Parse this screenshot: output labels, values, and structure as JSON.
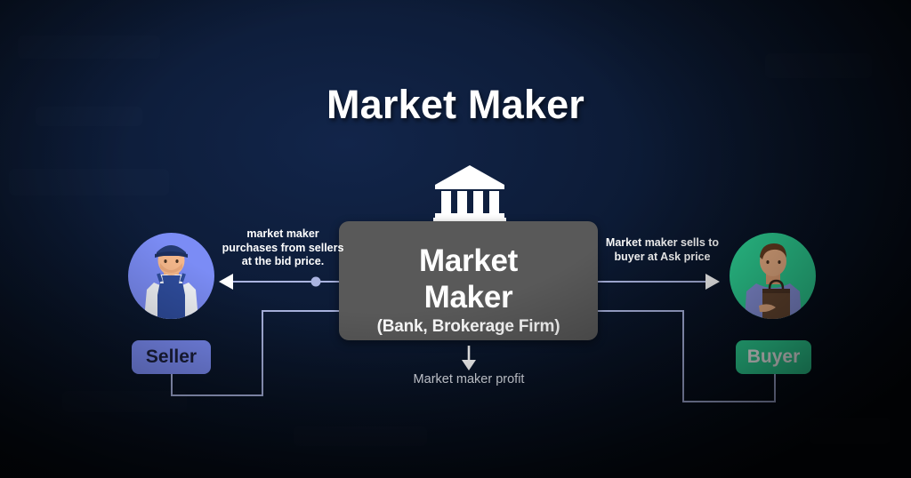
{
  "diagram": {
    "title": "Market Maker",
    "center_node": {
      "line1": "Market",
      "line2": "Maker",
      "subtitle": "(Bank, Brokerage Firm)",
      "icon": "bank-building-icon",
      "box_color": "#595959"
    },
    "left_actor": {
      "label": "Seller",
      "avatar_icon": "seller-avatar-icon",
      "color": "#7b8cf5",
      "label_text_color": "#1b1f3b"
    },
    "right_actor": {
      "label": "Buyer",
      "avatar_icon": "buyer-avatar-icon",
      "color": "#2fd99a",
      "label_text_color": "#ffffff"
    },
    "annotations": {
      "left_flow_line1": "market maker",
      "left_flow_line2": "purchases from sellers",
      "left_flow_line3": "at the bid price.",
      "right_flow_line1": "Market maker sells to",
      "right_flow_line2": "buyer at Ask price",
      "profit": "Market maker profit"
    },
    "connectors": {
      "line_color": "#aab4e0",
      "arrow_color": "#ffffff",
      "profit_arrow_color": "#ffffff"
    },
    "background": {
      "base_color": "#0d1c38",
      "edge_color": "#04080f"
    }
  }
}
